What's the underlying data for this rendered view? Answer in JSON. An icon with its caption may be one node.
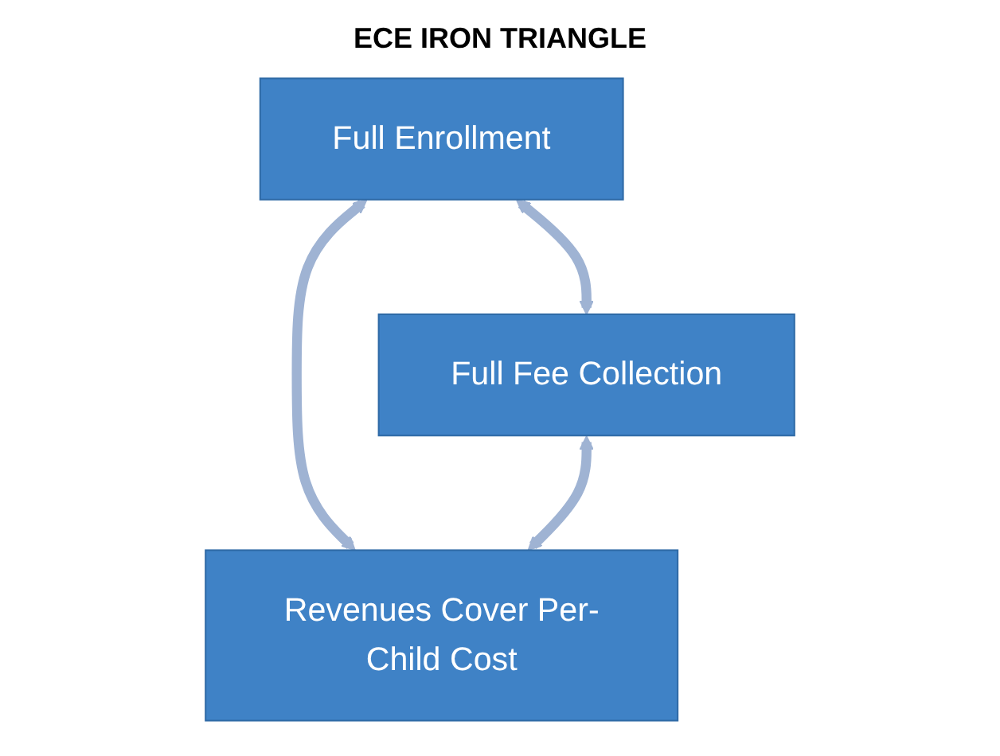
{
  "diagram": {
    "title": "ECE IRON TRIANGLE",
    "nodes": [
      {
        "text": [
          "Full Enrollment"
        ]
      },
      {
        "text": [
          "Full Fee Collection"
        ]
      },
      {
        "text": [
          "Revenues Cover Per-Child Cost"
        ]
      }
    ],
    "edges": [
      {
        "from": 0,
        "to": 1,
        "arrow": "both"
      },
      {
        "from": 0,
        "to": 2,
        "arrow": "both"
      },
      {
        "from": 1,
        "to": 2,
        "arrow": "both"
      }
    ]
  }
}
